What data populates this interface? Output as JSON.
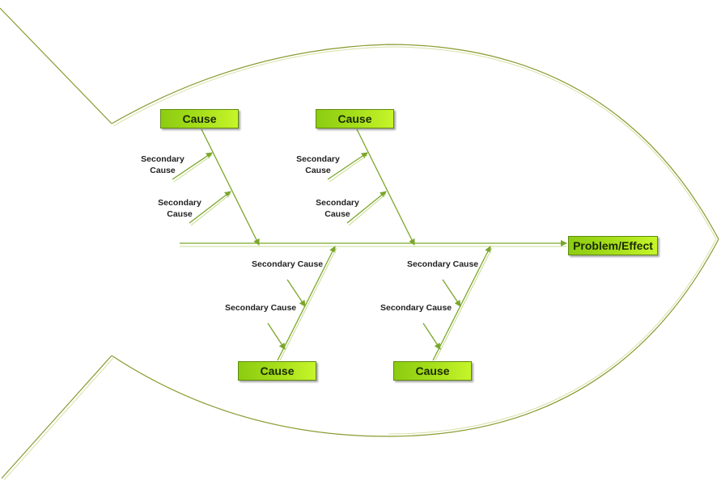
{
  "diagram": {
    "type": "fishbone",
    "effect": "Problem/Effect",
    "causes": [
      {
        "label": "Cause",
        "position": "top",
        "secondary": [
          "Secondary\nCause",
          "Secondary\nCause"
        ]
      },
      {
        "label": "Cause",
        "position": "top",
        "secondary": [
          "Secondary\nCause",
          "Secondary\nCause"
        ]
      },
      {
        "label": "Cause",
        "position": "bottom",
        "secondary": [
          "Secondary Cause",
          "Secondary Cause"
        ]
      },
      {
        "label": "Cause",
        "position": "bottom",
        "secondary": [
          "Secondary Cause",
          "Secondary Cause"
        ]
      }
    ],
    "colors": {
      "outline": "#8a9a30",
      "arrow": "#7aa62a",
      "box_start": "#8ccc12",
      "box_end": "#c6f52a",
      "text": "#1a2a05"
    }
  },
  "labels": {
    "top1_sec1a": "Secondary",
    "top1_sec1b": "Cause",
    "top1_sec2a": "Secondary",
    "top1_sec2b": "Cause",
    "top2_sec1a": "Secondary",
    "top2_sec1b": "Cause",
    "top2_sec2a": "Secondary",
    "top2_sec2b": "Cause",
    "bot1_sec1": "Secondary Cause",
    "bot1_sec2": "Secondary Cause",
    "bot2_sec1": "Secondary Cause",
    "bot2_sec2": "Secondary Cause"
  }
}
